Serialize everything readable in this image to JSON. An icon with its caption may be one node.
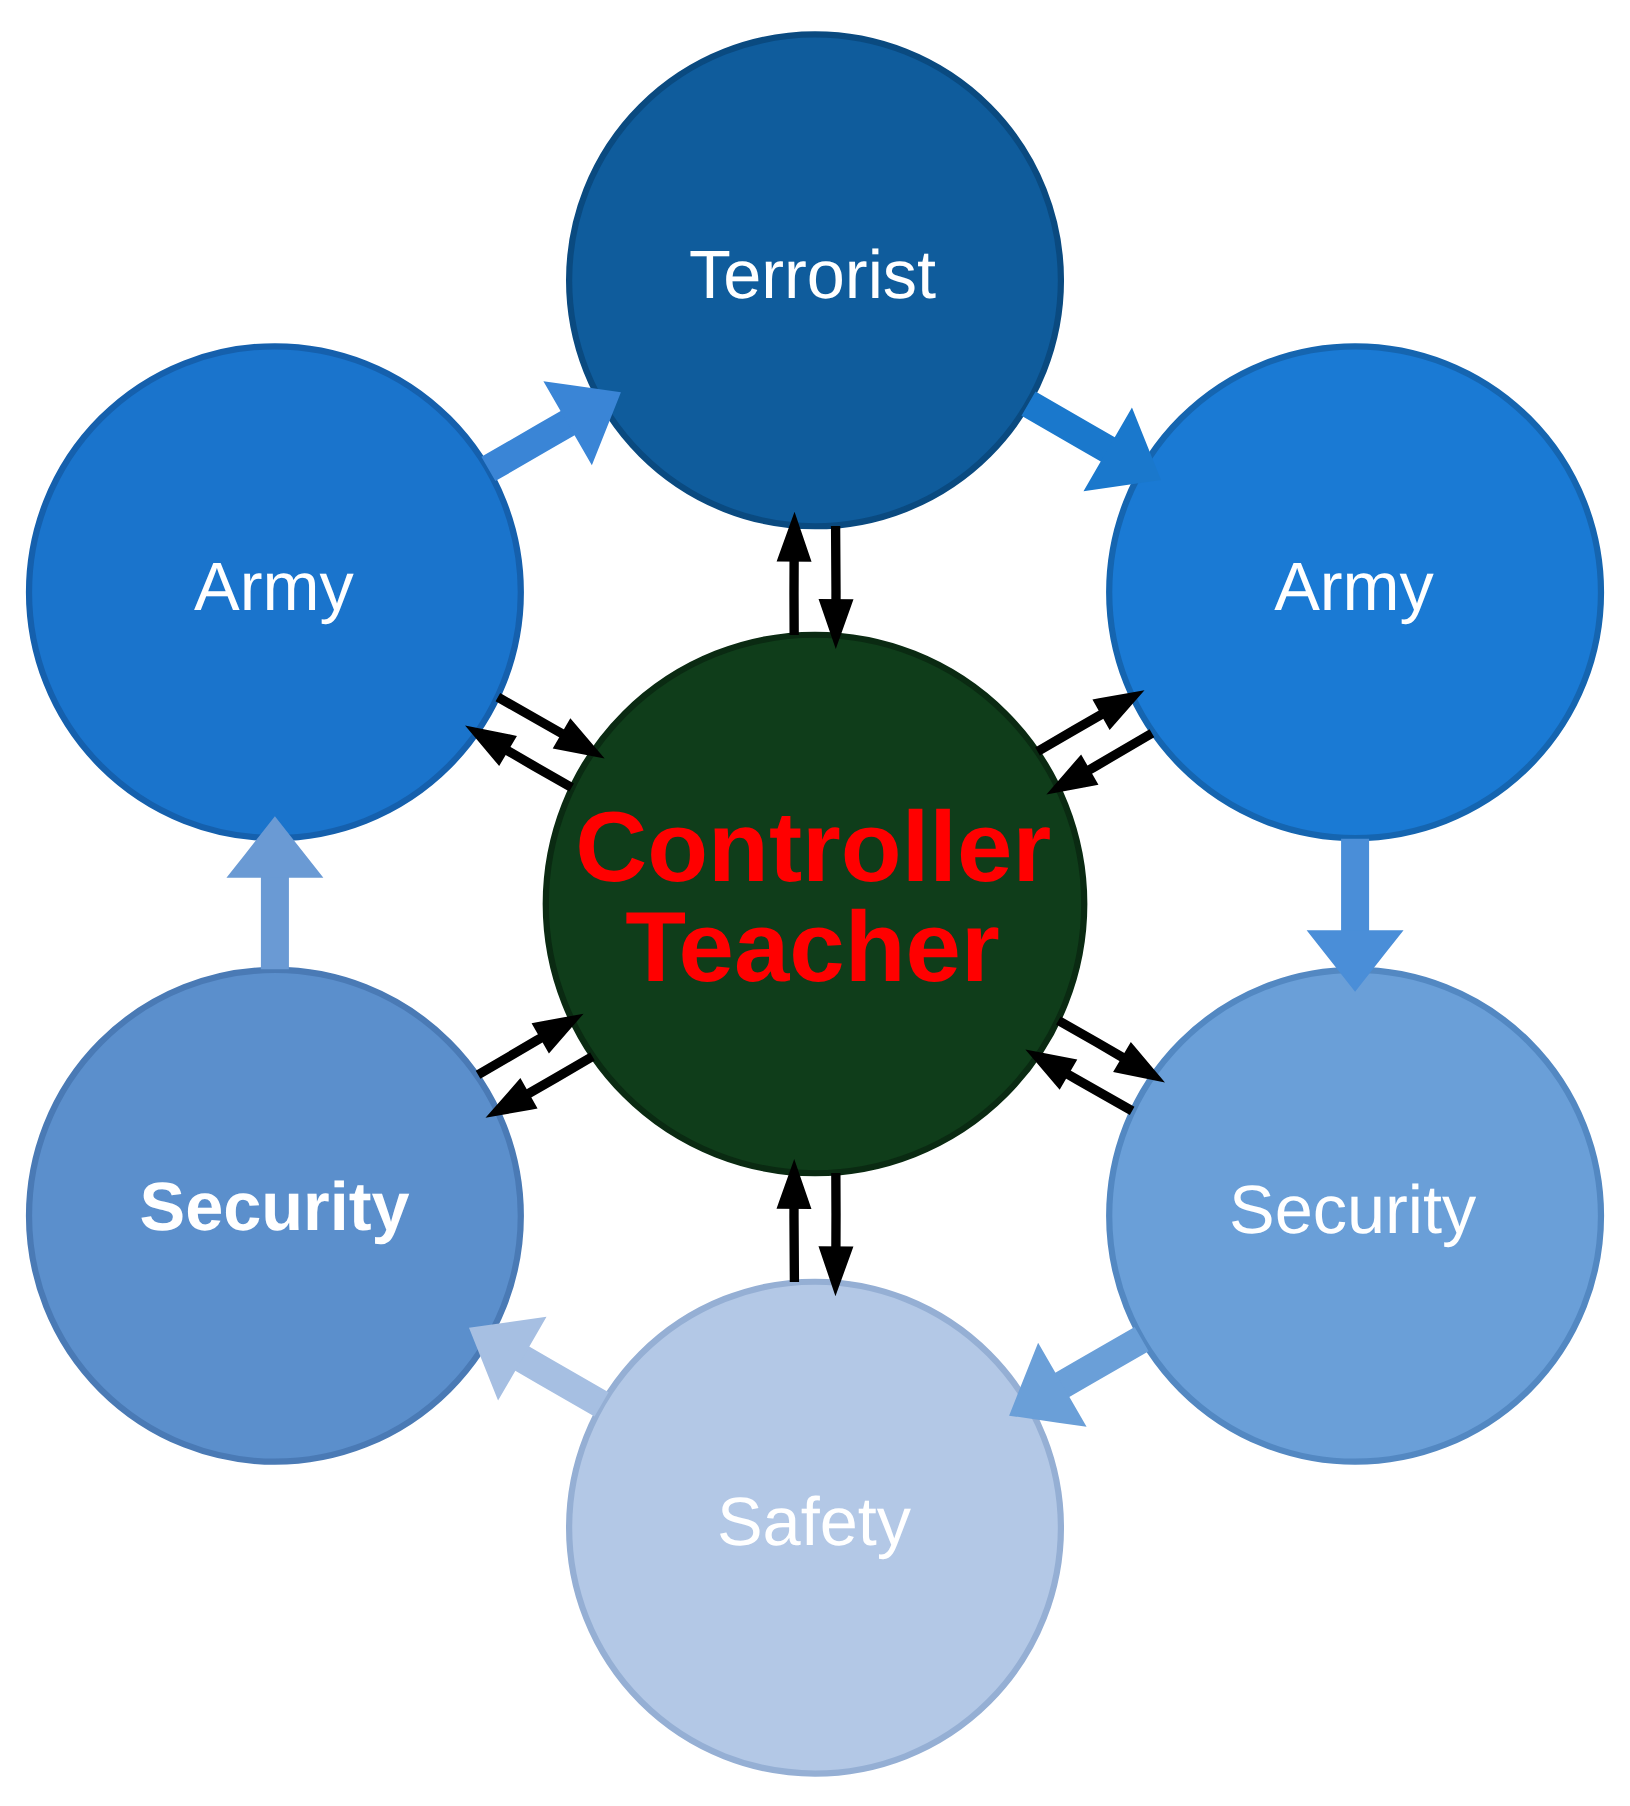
{
  "diagram": {
    "nodes": [
      {
        "text": [
          "Controller Teacher"
        ]
      },
      {
        "text": [
          "Terrorist"
        ]
      },
      {
        "text": [
          "Army"
        ]
      },
      {
        "text": [
          "Security"
        ]
      },
      {
        "text": [
          "Safety"
        ]
      },
      {
        "text": [
          "Security"
        ]
      },
      {
        "text": [
          "Army"
        ]
      }
    ],
    "edges": [
      {
        "from": 6,
        "to": 1,
        "arrow": "to",
        "style": "thick",
        "color": "#3a85d6"
      },
      {
        "from": 1,
        "to": 2,
        "arrow": "to",
        "style": "thick",
        "color": "#1a78cc"
      },
      {
        "from": 2,
        "to": 5,
        "arrow": "to",
        "style": "thick",
        "color": "#4a8ed8"
      },
      {
        "from": 5,
        "to": 4,
        "arrow": "to",
        "style": "thick",
        "color": "#6a9fd8"
      },
      {
        "from": 4,
        "to": 3,
        "arrow": "to",
        "style": "thick",
        "color": "#a6bfe2"
      },
      {
        "from": 3,
        "to": 6,
        "arrow": "to",
        "style": "thick",
        "color": "#6a9ad4"
      },
      {
        "from": 0,
        "to": 1,
        "arrow": "to"
      },
      {
        "from": 1,
        "to": 0,
        "arrow": "to"
      },
      {
        "from": 0,
        "to": 2,
        "arrow": "to"
      },
      {
        "from": 2,
        "to": 0,
        "arrow": "to"
      },
      {
        "from": 0,
        "to": 3,
        "arrow": "to"
      },
      {
        "from": 3,
        "to": 0,
        "arrow": "to"
      },
      {
        "from": 0,
        "to": 4,
        "arrow": "to"
      },
      {
        "from": 4,
        "to": 0,
        "arrow": "to"
      },
      {
        "from": 0,
        "to": 5,
        "arrow": "to"
      },
      {
        "from": 5,
        "to": 0,
        "arrow": "to"
      },
      {
        "from": 0,
        "to": 6,
        "arrow": "to"
      },
      {
        "from": 6,
        "to": 0,
        "arrow": "to"
      }
    ]
  }
}
